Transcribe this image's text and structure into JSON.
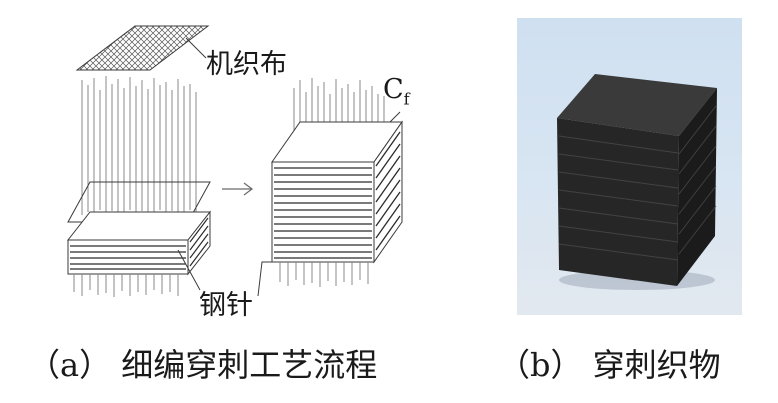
{
  "labels": {
    "woven_cloth": "机织布",
    "carbon_fiber_main": "C",
    "carbon_fiber_sub": "f",
    "steel_needle": "钢针"
  },
  "captions": {
    "a": "（a） 细编穿刺工艺流程",
    "b": "（b） 穿刺织物"
  },
  "colors": {
    "line": "#3a3a3a",
    "photo_background": "#d4e3f2",
    "fabric_block": "#262626"
  },
  "icons": {
    "process_arrow": "right-arrow"
  }
}
